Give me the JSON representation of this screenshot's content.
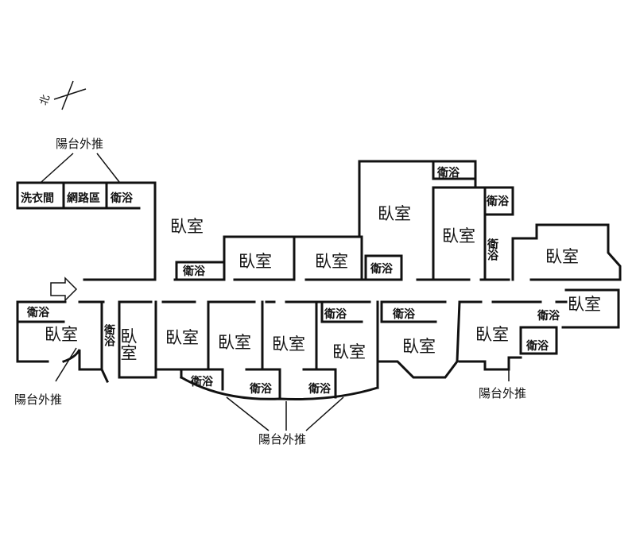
{
  "compass": {
    "label": "北"
  },
  "rooms": {
    "bedroom": "臥室",
    "bathroom": "衛浴",
    "laundry": "洗衣間",
    "network": "網路區"
  },
  "balcony_note": "陽台外推",
  "colors": {
    "line": "#111111",
    "background": "#ffffff"
  }
}
